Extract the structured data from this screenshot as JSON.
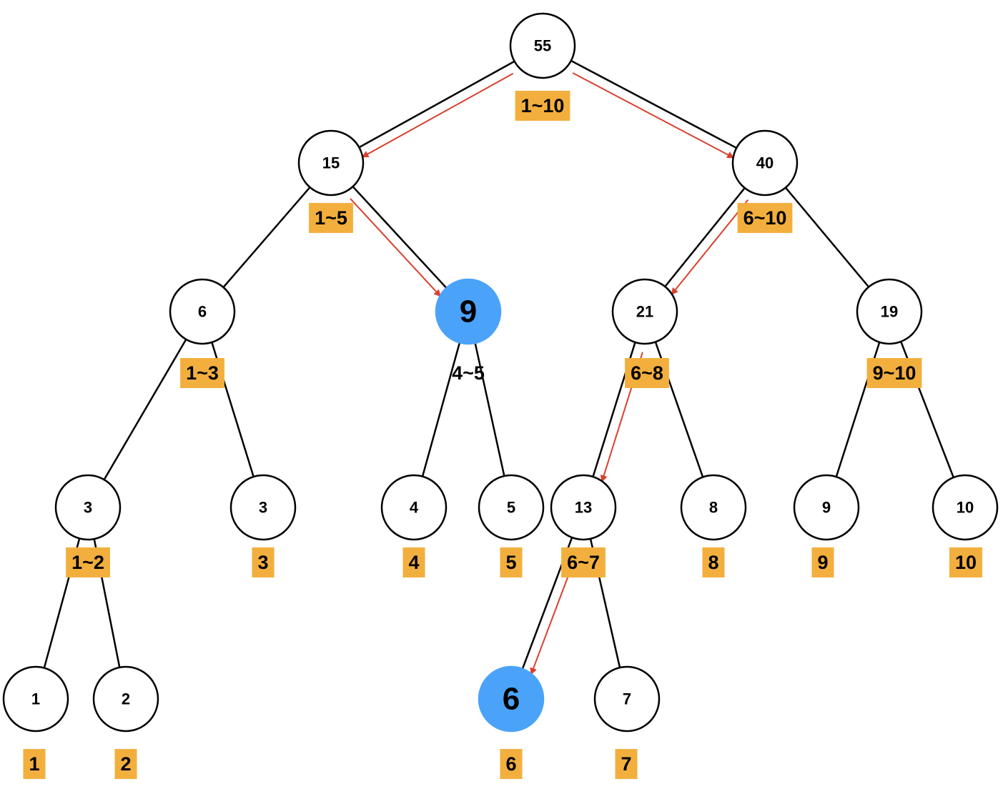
{
  "colors": {
    "node_fill": "#ffffff",
    "node_stroke": "#000000",
    "highlight_fill": "#4aa3f8",
    "range_label_bg": "#f3af3d",
    "edge": "#000000",
    "arrow": "#d9412f"
  },
  "nodes": [
    {
      "id": "n1",
      "value": "55",
      "range": "1~10",
      "highlight": false
    },
    {
      "id": "n2",
      "value": "15",
      "range": "1~5",
      "highlight": false
    },
    {
      "id": "n3",
      "value": "40",
      "range": "6~10",
      "highlight": false
    },
    {
      "id": "n4",
      "value": "6",
      "range": "1~3",
      "highlight": false
    },
    {
      "id": "n5",
      "value": "9",
      "range": "4~5",
      "highlight": true
    },
    {
      "id": "n6",
      "value": "21",
      "range": "6~8",
      "highlight": false
    },
    {
      "id": "n7",
      "value": "19",
      "range": "9~10",
      "highlight": false
    },
    {
      "id": "n8",
      "value": "3",
      "range": "1~2",
      "highlight": false
    },
    {
      "id": "n9",
      "value": "3",
      "range": "3",
      "highlight": false
    },
    {
      "id": "n10",
      "value": "4",
      "range": "4",
      "highlight": false
    },
    {
      "id": "n11",
      "value": "5",
      "range": "5",
      "highlight": false
    },
    {
      "id": "n12",
      "value": "13",
      "range": "6~7",
      "highlight": false
    },
    {
      "id": "n13",
      "value": "8",
      "range": "8",
      "highlight": false
    },
    {
      "id": "n14",
      "value": "9",
      "range": "9",
      "highlight": false
    },
    {
      "id": "n15",
      "value": "10",
      "range": "10",
      "highlight": false
    },
    {
      "id": "n16",
      "value": "1",
      "range": "1",
      "highlight": false
    },
    {
      "id": "n17",
      "value": "2",
      "range": "2",
      "highlight": false
    },
    {
      "id": "n24",
      "value": "6",
      "range": "6",
      "highlight": true
    },
    {
      "id": "n25",
      "value": "7",
      "range": "7",
      "highlight": false
    }
  ],
  "edges": [
    [
      "n1",
      "n2"
    ],
    [
      "n1",
      "n3"
    ],
    [
      "n2",
      "n4"
    ],
    [
      "n2",
      "n5"
    ],
    [
      "n3",
      "n6"
    ],
    [
      "n3",
      "n7"
    ],
    [
      "n4",
      "n8"
    ],
    [
      "n4",
      "n9"
    ],
    [
      "n5",
      "n10"
    ],
    [
      "n5",
      "n11"
    ],
    [
      "n6",
      "n12"
    ],
    [
      "n6",
      "n13"
    ],
    [
      "n7",
      "n14"
    ],
    [
      "n7",
      "n15"
    ],
    [
      "n8",
      "n16"
    ],
    [
      "n8",
      "n17"
    ],
    [
      "n12",
      "n24"
    ],
    [
      "n12",
      "n25"
    ]
  ],
  "query_path_arrows": [
    [
      "n1",
      "n2"
    ],
    [
      "n2",
      "n5"
    ],
    [
      "n1",
      "n3"
    ],
    [
      "n3",
      "n6"
    ],
    [
      "n6",
      "n12"
    ],
    [
      "n12",
      "n24"
    ]
  ]
}
